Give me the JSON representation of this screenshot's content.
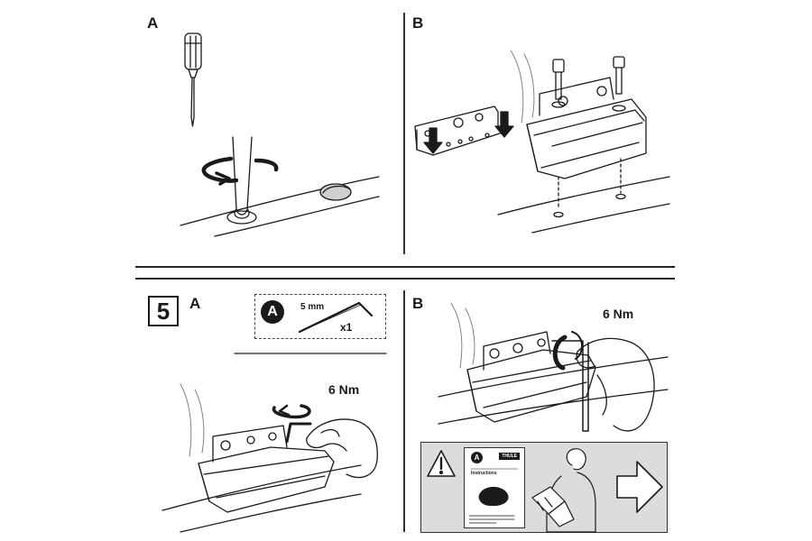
{
  "panel_labels": {
    "top_a": "A",
    "top_b": "B",
    "bottom_a": "A",
    "bottom_b": "B"
  },
  "step": {
    "number": "5"
  },
  "tool": {
    "badge": "A",
    "size": "5 mm",
    "quantity": "x1"
  },
  "torque": {
    "left": "6 Nm",
    "right": "6 Nm"
  },
  "booklet": {
    "badge": "A",
    "brand": "THULE",
    "title": "Instructions"
  },
  "icons": [
    "screwdriver-icon",
    "rotate-arrow-icon",
    "down-arrow-icon",
    "hex-key-icon",
    "warning-icon",
    "right-arrow-icon"
  ],
  "colors": {
    "ink": "#1a1a1a",
    "panel_grey": "#dcdcdc",
    "paper": "#ffffff"
  }
}
